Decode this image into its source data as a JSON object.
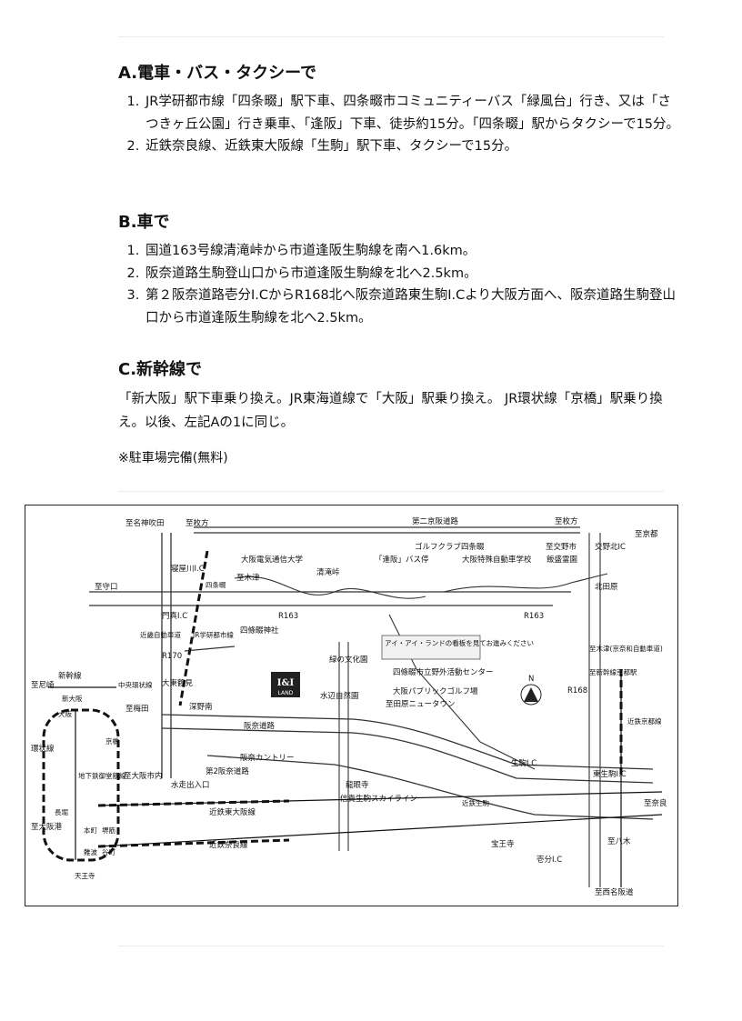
{
  "sections": {
    "a": {
      "title": "A.電車・バス・タクシーで",
      "items": [
        "JR学研都市線「四条畷」駅下車、四条畷市コミュニティーバス「緑風台」行き、又は「さつきヶ丘公園」行き乗車、「逢阪」下車、徒歩約15分。「四条畷」駅からタクシーで15分。",
        "近鉄奈良線、近鉄東大阪線「生駒」駅下車、タクシーで15分。"
      ]
    },
    "b": {
      "title": "B.車で",
      "items": [
        "国道163号線清滝峠から市道逢阪生駒線を南へ1.6km。",
        "阪奈道路生駒登山口から市道逢阪生駒線を北へ2.5km。",
        "第２阪奈道路壱分I.CからR168北へ阪奈道路東生駒I.Cより大阪方面へ、阪奈道路生駒登山口から市道逢阪生駒線を北へ2.5km。"
      ]
    },
    "c": {
      "title": "C.新幹線で",
      "text": "「新大阪」駅下車乗り換え。JR東海道線で「大阪」駅乗り換え。 JR環状線「京橋」駅乗り換え。以後、左記Aの1に同じ。"
    },
    "note": "※駐車場完備(無料)"
  },
  "map": {
    "labels": {
      "to_meishin": "至名神吹田",
      "to_hirakata_nw": "至枚方",
      "daini_keihan": "第二京阪道路",
      "to_hirakata_ne": "至枚方",
      "to_kyoto": "至京都",
      "kotamakita_ic": "交野北IC",
      "to_katano": "至交野市",
      "iimoriryoen": "飯盛霊園",
      "kitataharahara": "北田原",
      "golf_club": "ゴルフクラブ四条畷",
      "osaka_tokushu": "大阪特殊自動車学校",
      "osaka_denki": "大阪電気通信大学",
      "osaka_bus": "「逢阪」バス停",
      "kiyotaki": "清滝峠",
      "neyagawa_ic": "寝屋川I.C",
      "shijonawate_st": "四条畷",
      "to_kizu": "至木津",
      "to_moriguchi": "至守口",
      "r163_a": "R163",
      "r163_b": "R163",
      "kadoma_ic": "門真I.C",
      "kinki_expressway": "近畿自動車道",
      "jr_line": "JR学研都市線",
      "shijonawate_shrine": "四條畷神社",
      "r170": "R170",
      "land_sign": "アイ・アイ・ランドの看板を見てお進みください",
      "midori_bunka": "緑の文化園",
      "shijonawate_center": "四條畷市立野外活動センター",
      "osaka_public_golf": "大阪パブリックゴルフ場",
      "mizube": "水辺自然園",
      "tawara_newtown": "至田原ニュータウン",
      "r168": "R168",
      "north": "N",
      "to_kizu_kyoto": "至木津(京奈和自動車道)",
      "shinkansen_kyoto": "至新幹線京都駅",
      "chuo_kanjo": "中央環状線",
      "daitou_tsurumi": "大東鶴見",
      "fukaminami": "深野南",
      "to_umeda": "至梅田",
      "hanna_road": "阪奈道路",
      "hanna_country": "阪奈カントリー",
      "shinkansen": "新幹線",
      "shin_osaka": "新大阪",
      "osaka_st": "大阪",
      "kyobashi": "京橋",
      "to_amagasaki": "至尼崎",
      "kanjo": "環状線",
      "subway": "地下鉄御堂筋線",
      "to_osaka_city": "至大阪市内",
      "daini_hanna": "第2阪奈道路",
      "mizuhashi_entrance": "水走出入口",
      "ikoma_ic": "生駒I.C",
      "higashi_ikoma_ic": "東生駒I.C",
      "reigenji": "龍眼寺",
      "shigi_skyline": "信貴生駒スカイライン",
      "kintetsu_ikoma": "近鉄生駒",
      "kintetsu_kyoto": "近鉄京都線",
      "higashi_osaka_line": "近鉄東大阪線",
      "nara_line": "近鉄奈良線",
      "to_nara": "至奈良",
      "hoshoji": "宝王寺",
      "ichibu_ic": "壱分I.C",
      "to_yagi": "至八木",
      "to_nishimeihan": "至西名阪道",
      "to_osaka_port": "至大阪港",
      "honmachi": "本町",
      "namba": "難波",
      "tennoji": "天王寺",
      "sakaisuji": "堺筋",
      "tanimachi": "谷町",
      "nagahori": "長堀",
      "land_logo": "I&I",
      "land_logo_sub": "LAND"
    }
  }
}
